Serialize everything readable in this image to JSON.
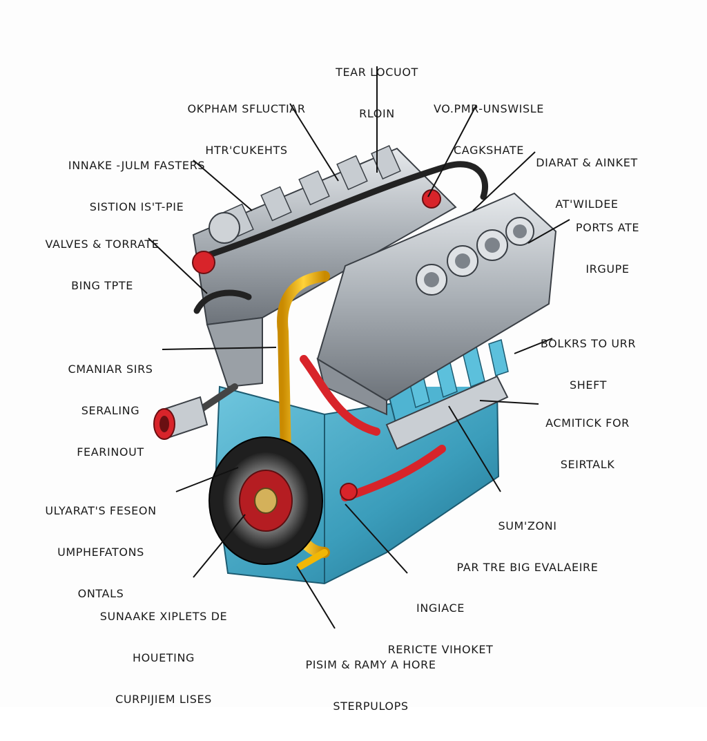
{
  "labels": {
    "top_center": [
      "TEAR LOCUOT",
      "RLOIN"
    ],
    "top_left": [
      "OKPHAM SFLUCTIAR",
      "HTR'CUKEHTS"
    ],
    "top_right": [
      "VO.PMR-UNSWISLE",
      "CAGKSHATE"
    ],
    "intake": [
      "INNAKE -JULM FASTERS",
      "SISTION IS'T-PIE"
    ],
    "diarat": [
      "DIARAT & AINKET",
      "AT'WILDEE"
    ],
    "valves": [
      "VALVES & TORRATE",
      "BING TPTE"
    ],
    "ports": [
      "PORTS ATE",
      "IRGUPE"
    ],
    "bolkers": [
      "BOLKRS TO URR",
      "SHEFT"
    ],
    "cmaniar": [
      "CMANIAR SIRS",
      "SERALING",
      "FEARINOUT"
    ],
    "acmitick": [
      "ACMITICK FOR",
      "SEIRTALK"
    ],
    "ulyarat": [
      "ULYARAT'S FESEON",
      "UMPHEFATONS",
      "ONTALS"
    ],
    "sumzoni": [
      "SUM'ZONI",
      "PAR TRE BIG EVALAEIRE"
    ],
    "sunaake": [
      "SUNAAKE XIPLETS DE",
      "HOUETING",
      "CURPIJIEM LISES"
    ],
    "ingiace": [
      "INGIACE",
      "RERICTE VIHOKET"
    ],
    "pisim": [
      "PISIM & RAMY A HORE",
      "STERPULOPS"
    ]
  },
  "colors": {
    "block_teal": "#3fa6c4",
    "head_silver": "#b9bec4",
    "pipe_yellow": "#f2b705",
    "pipe_red": "#d8242a",
    "hose_black": "#222222"
  }
}
